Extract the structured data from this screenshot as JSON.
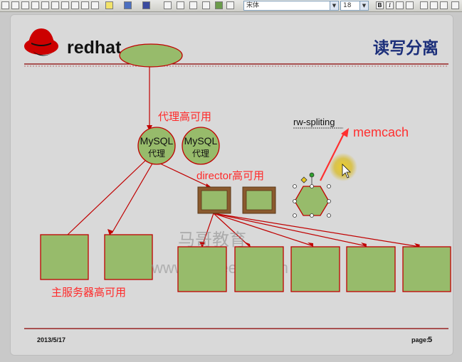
{
  "toolbar": {
    "font_name": "宋体",
    "font_size": "18",
    "bold_label": "B",
    "italic_label": "I"
  },
  "slide": {
    "logo_text": "redhat",
    "title": "读写分离",
    "mysql_proxy_label_1": "MySQL",
    "mysql_proxy_label_2": "代理",
    "proxy_ha_label": "代理高可用",
    "director_label": "director高可用",
    "rw_label": "rw-spliting",
    "memcach_label": "memcach",
    "master_ha_label": "主服务器高可用",
    "watermark_cn": "马哥教育",
    "watermark_web": "www.mageedu.com",
    "footer_date": "2013/5/17",
    "footer_page_label": "page:",
    "footer_page_num": "5"
  },
  "colors": {
    "node_fill": "#97bb6b",
    "line_red": "#c00000",
    "label_red": "#ff2a2a",
    "title_blue": "#1c2f7a",
    "director_brown": "#8a5a2e",
    "cursor_glow": "#d6b11a"
  }
}
